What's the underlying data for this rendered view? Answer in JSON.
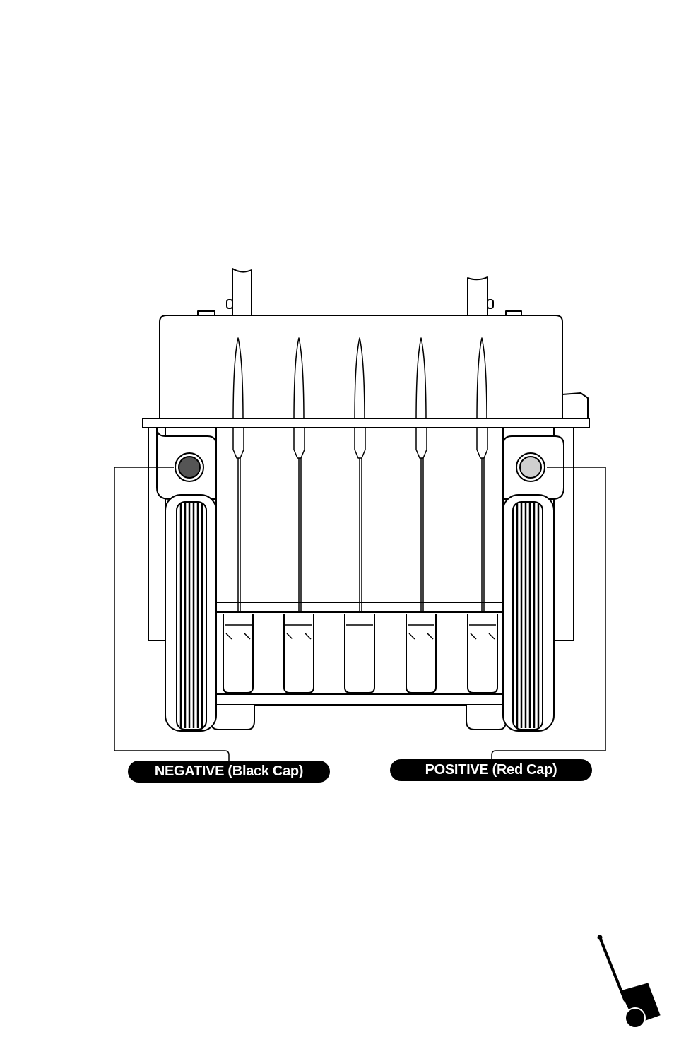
{
  "labels": {
    "negative": "NEGATIVE (Black Cap)",
    "positive": "POSITIVE (Red Cap)"
  },
  "colors": {
    "ink": "#000000",
    "paper": "#ffffff",
    "label_background": "#000000",
    "label_text": "#ffffff",
    "negative_cap": "#555555",
    "positive_cap": "#cfcfcf"
  },
  "diagram": {
    "subject": "battery charger cart with five clamps, front view",
    "cap_indicators": [
      "negative-terminal-cap",
      "positive-terminal-cap"
    ],
    "clamp_count": 5,
    "corner_icon": "charger-cart-icon"
  }
}
